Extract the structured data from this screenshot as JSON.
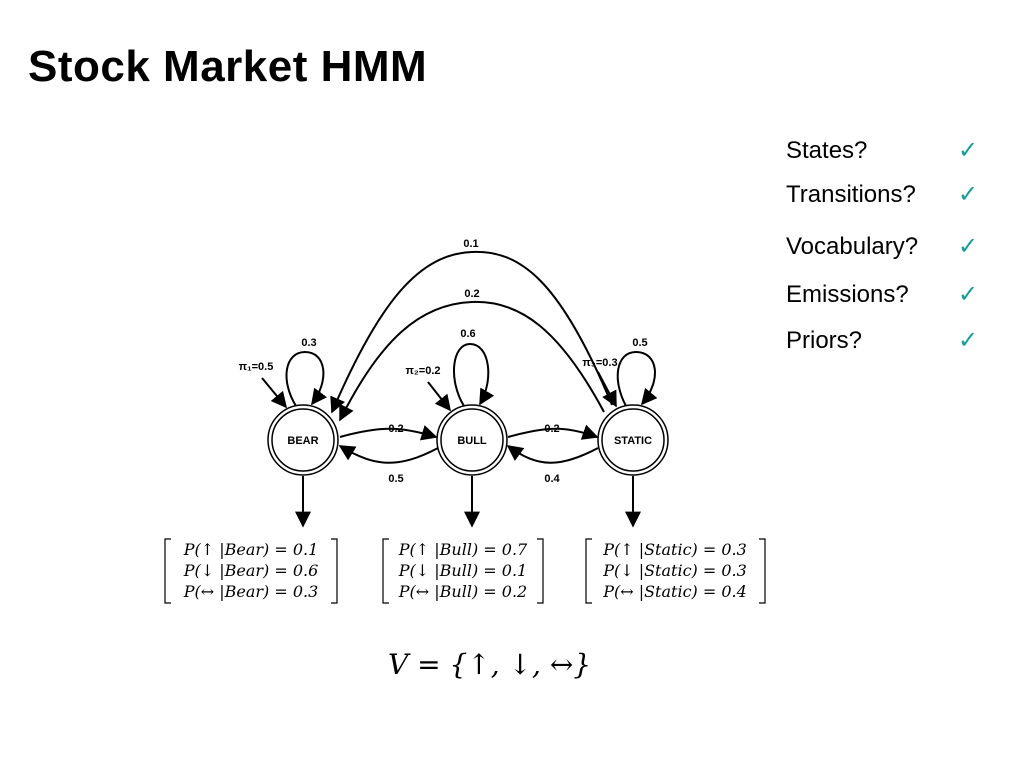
{
  "slide": {
    "title": "Stock Market HMM"
  },
  "checklist": {
    "items": [
      {
        "label": "States?",
        "mark": "✓"
      },
      {
        "label": "Transitions?",
        "mark": "✓"
      },
      {
        "label": "Vocabulary?",
        "mark": "✓"
      },
      {
        "label": "Emissions?",
        "mark": "✓"
      },
      {
        "label": "Priors?",
        "mark": "✓"
      }
    ],
    "check_color": "#1a9b9b"
  },
  "states": [
    {
      "id": "bear",
      "label": "BEAR",
      "prior_label": "π₁=0.5",
      "self_loop": "0.3"
    },
    {
      "id": "bull",
      "label": "BULL",
      "prior_label": "π₂=0.2",
      "self_loop": "0.6"
    },
    {
      "id": "static",
      "label": "STATIC",
      "prior_label": "π₃=0.3",
      "self_loop": "0.5"
    }
  ],
  "transitions": {
    "bear_to_bull": "0.2",
    "bull_to_bear": "0.5",
    "bull_to_static": "0.2",
    "static_to_bull": "0.4",
    "static_to_bear": "0.1",
    "bull_to_bear_arc": "0.2"
  },
  "emissions": {
    "bear": [
      "P(↑ |Bear) = 0.1",
      "P(↓ |Bear) = 0.6",
      "P(↔ |Bear) = 0.3"
    ],
    "bull": [
      "P(↑ |Bull) = 0.7",
      "P(↓ |Bull) = 0.1",
      "P(↔ |Bull) = 0.2"
    ],
    "static": [
      "P(↑ |Static) = 0.3",
      "P(↓ |Static) = 0.3",
      "P(↔ |Static) = 0.4"
    ]
  },
  "vocabulary": {
    "text": "V = {↑, ↓, ↔}"
  }
}
